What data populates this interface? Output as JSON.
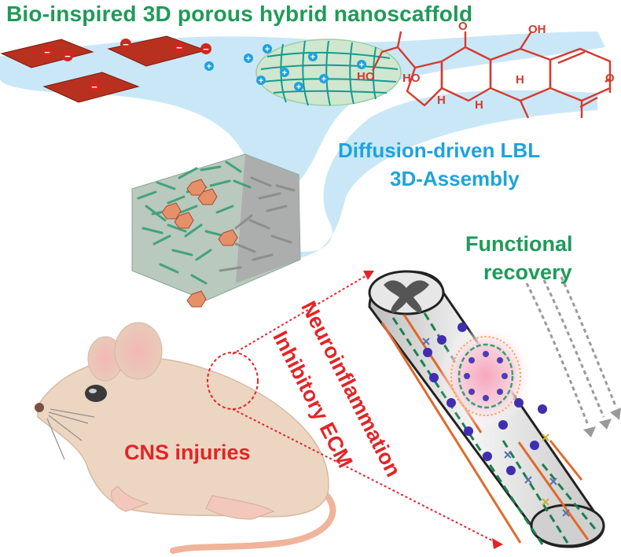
{
  "labels": {
    "title": "Bio-inspired 3D porous hybrid nanoscaffold",
    "assembly_line1": "Diffusion-driven LBL",
    "assembly_line2": "3D-Assembly",
    "recovery_line1": "Functional",
    "recovery_line2": "recovery",
    "cns": "CNS injuries",
    "neuroinflammation": "Neuroinflammation",
    "inhibitory_ecm": "Inhibitory ECM"
  },
  "molecule_labels": {
    "o_top": "O",
    "oh_top": "OH",
    "ho_left": "HO",
    "ho_mid": "HO",
    "h_ring_a": "H",
    "h_ring_b": "H",
    "h_ring_c": "H",
    "o_right": "O"
  },
  "charges": {
    "negative": "−",
    "positive": "+"
  },
  "colors": {
    "title_green": "#1f9a58",
    "assembly_blue": "#1ea3dd",
    "red": "#e32427",
    "flow_blue": "#bfe3f5",
    "sheet_red": "#c0392b",
    "mesh_teal": "#1aa39a",
    "mouse_skin": "#ecd7c4",
    "cord_gray": "#d9d9d9"
  }
}
